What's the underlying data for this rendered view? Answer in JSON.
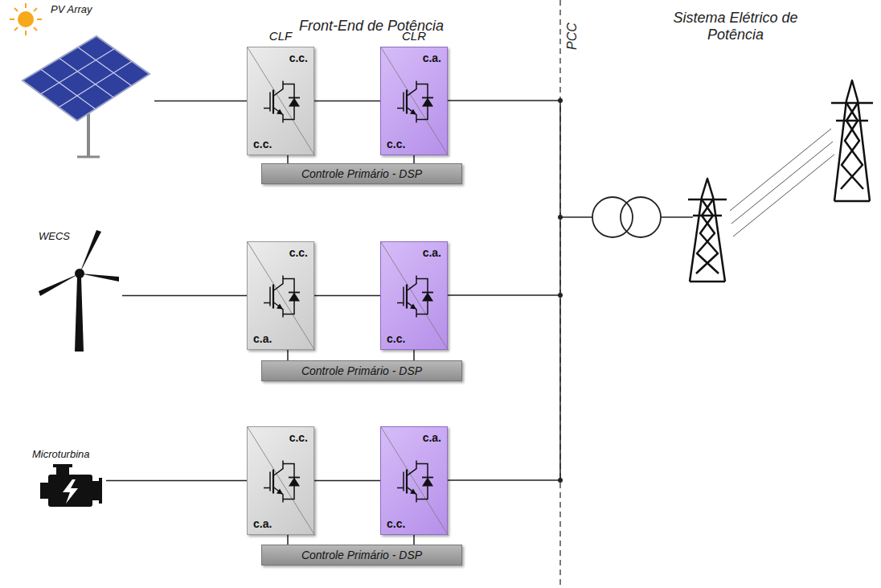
{
  "diagram": {
    "nodes": [
      {
        "text": [
          "PV Array"
        ]
      },
      {
        "text": [
          "CLF",
          "c.c.",
          "c.c."
        ]
      },
      {
        "text": [
          "CLR",
          "c.a.",
          "c.c."
        ]
      },
      {
        "text": [
          "Controle Primário - DSP"
        ]
      },
      {
        "text": [
          "WECS"
        ]
      },
      {
        "text": [
          "c.c.",
          "c.a."
        ]
      },
      {
        "text": [
          "c.a.",
          "c.c."
        ]
      },
      {
        "text": [
          "Controle Primário - DSP"
        ]
      },
      {
        "text": [
          "Microturbina"
        ]
      },
      {
        "text": [
          "c.c.",
          "c.a."
        ]
      },
      {
        "text": [
          "c.a.",
          "c.c."
        ]
      },
      {
        "text": [
          "Controle Primário - DSP"
        ]
      }
    ],
    "edges": [
      {
        "from": 0,
        "to": 1,
        "arrow": "none"
      },
      {
        "from": 1,
        "to": 2,
        "arrow": "none"
      },
      {
        "from": 1,
        "to": 3,
        "arrow": "none"
      },
      {
        "from": 2,
        "to": 3,
        "arrow": "none"
      },
      {
        "from": 4,
        "to": 5,
        "arrow": "none"
      },
      {
        "from": 5,
        "to": 6,
        "arrow": "none"
      },
      {
        "from": 5,
        "to": 7,
        "arrow": "none"
      },
      {
        "from": 6,
        "to": 7,
        "arrow": "none"
      },
      {
        "from": 8,
        "to": 9,
        "arrow": "none"
      },
      {
        "from": 9,
        "to": 10,
        "arrow": "none"
      },
      {
        "from": 9,
        "to": 11,
        "arrow": "none"
      },
      {
        "from": 10,
        "to": 11,
        "arrow": "none"
      }
    ],
    "labels": [
      "Front-End de Potência",
      "Sistema Elétrico de Potência",
      "PCC"
    ]
  }
}
